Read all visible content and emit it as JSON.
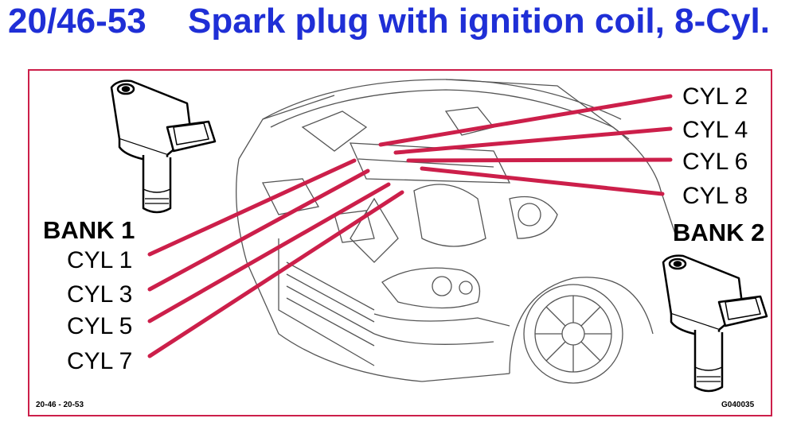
{
  "title": {
    "code": "20/46-53",
    "text": "Spark plug with ignition coil, 8-Cyl."
  },
  "labels": {
    "bank1": "BANK 1",
    "bank2": "BANK 2",
    "cyl1": "CYL 1",
    "cyl3": "CYL 3",
    "cyl5": "CYL 5",
    "cyl7": "CYL 7",
    "cyl2": "CYL 2",
    "cyl4": "CYL 4",
    "cyl6": "CYL 6",
    "cyl8": "CYL 8"
  },
  "footer": {
    "left_ref": "20-46 - 20-53",
    "right_ref": "G040035"
  },
  "colors": {
    "title": "#1f2fd6",
    "leader_lines": "#cc1f4a",
    "frame": "#cc1f4a"
  }
}
